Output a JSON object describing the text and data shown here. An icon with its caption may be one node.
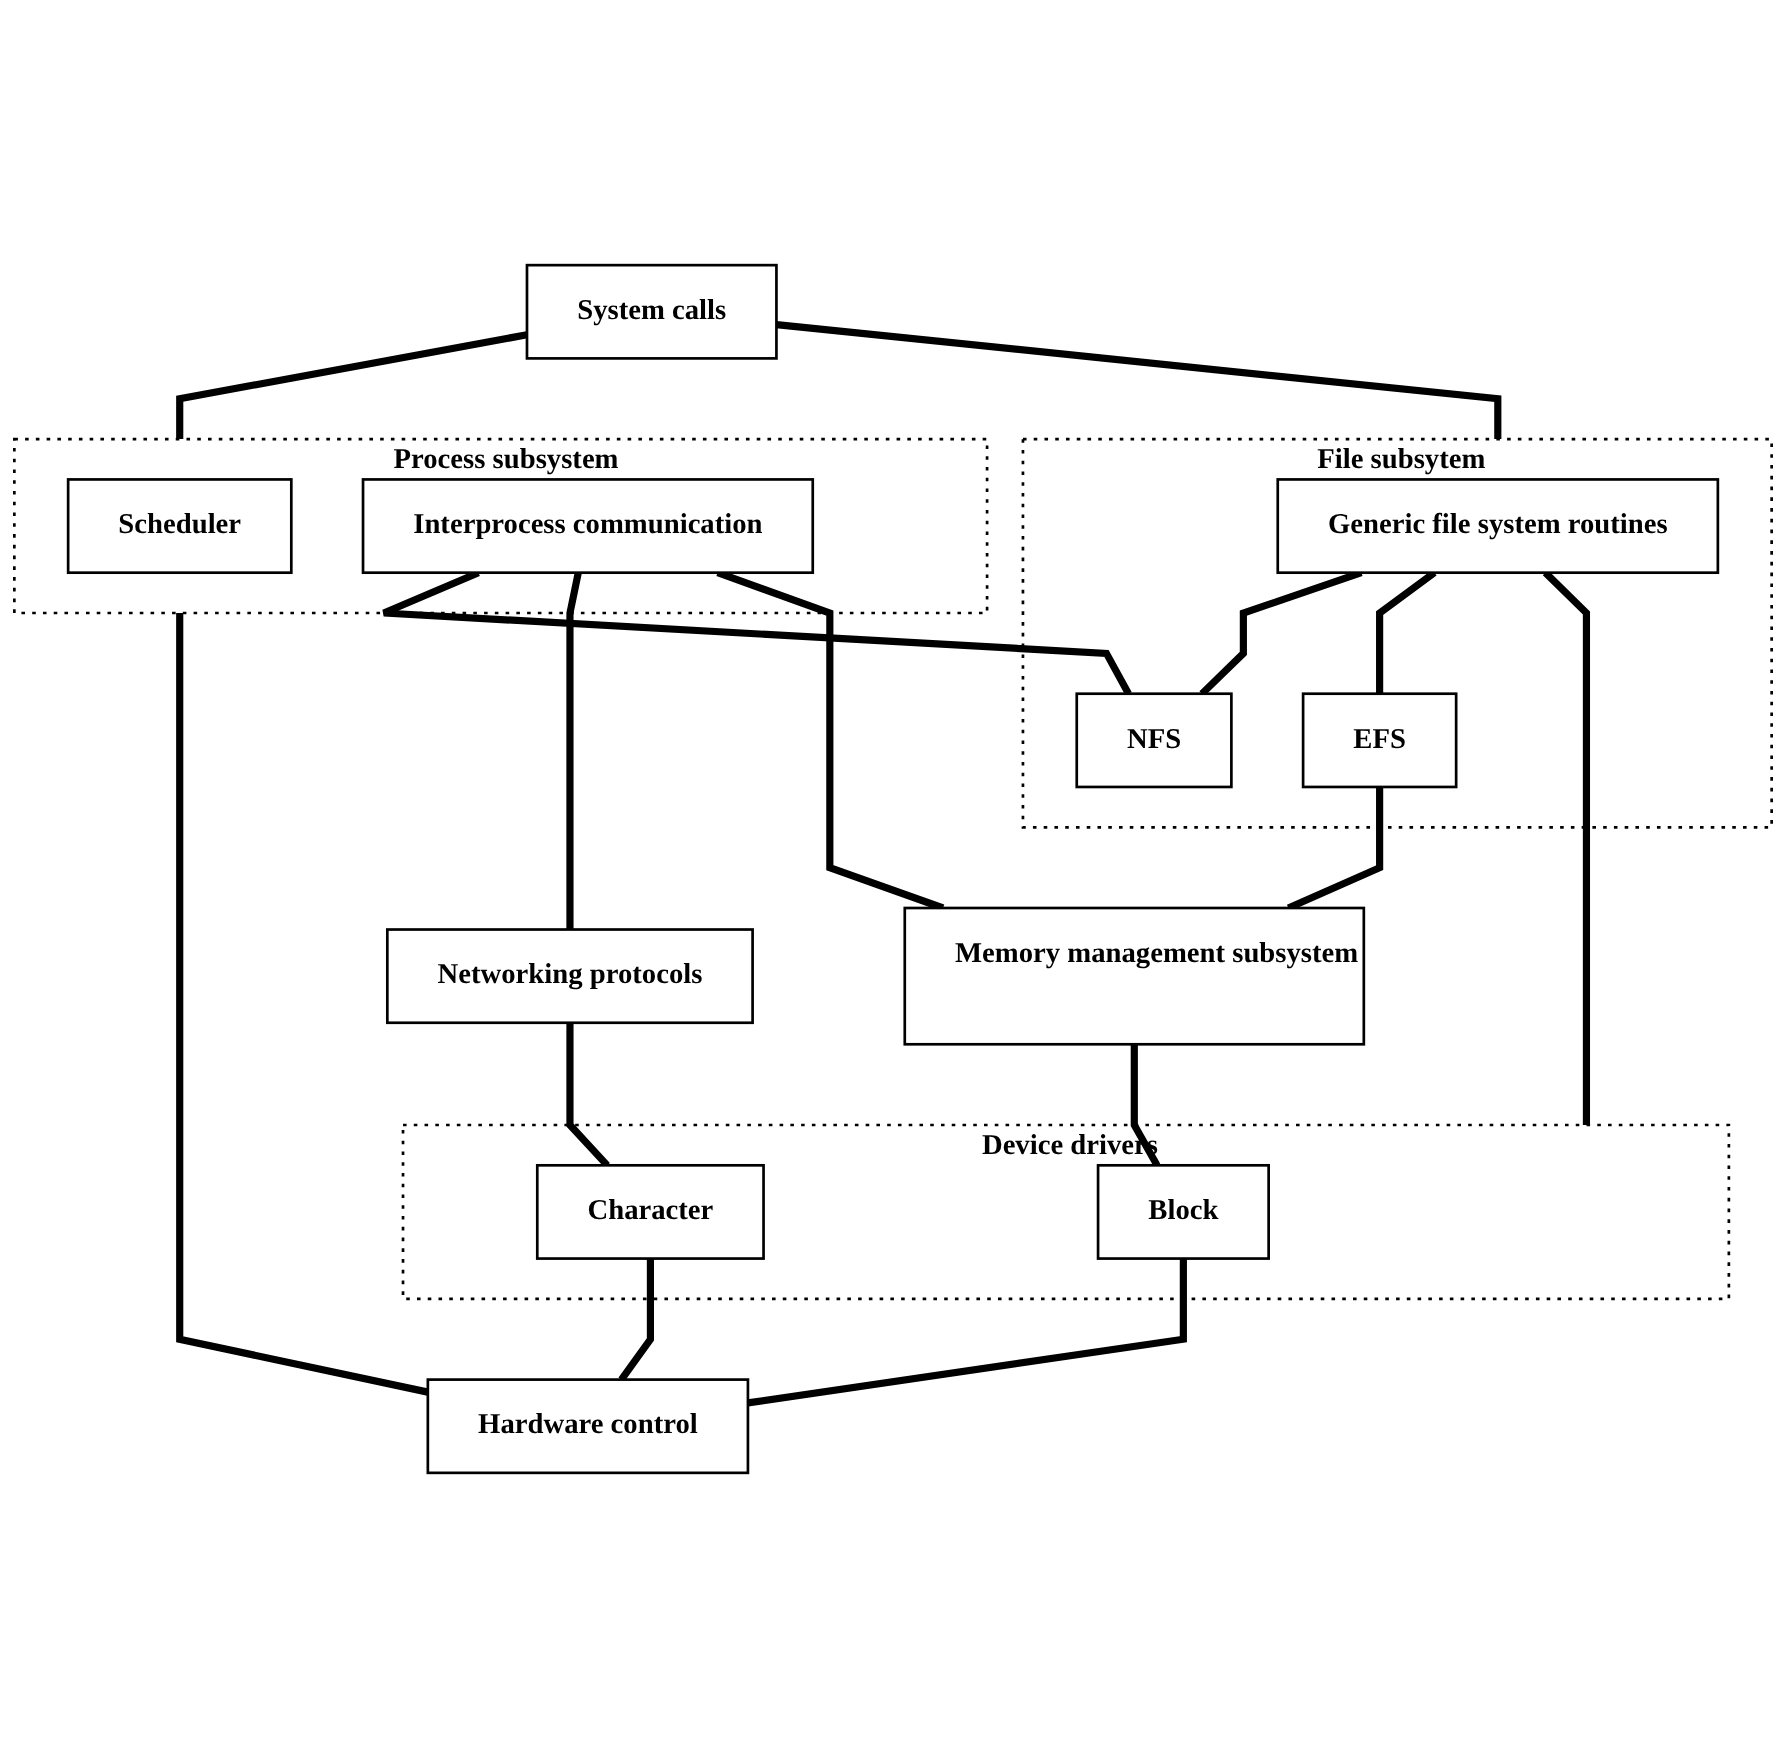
{
  "diagram": {
    "nodes": [
      {
        "text": [
          "System calls"
        ]
      },
      {
        "text": [
          "Process subsystem"
        ]
      },
      {
        "text": [
          "Scheduler"
        ],
        "in": 1
      },
      {
        "text": [
          "Interprocess communication"
        ],
        "in": 1
      },
      {
        "text": [
          "File subsytem"
        ]
      },
      {
        "text": [
          "Generic file system routines"
        ],
        "in": 4
      },
      {
        "text": [
          "NFS"
        ],
        "in": 4
      },
      {
        "text": [
          "EFS"
        ],
        "in": 4
      },
      {
        "text": [
          "Networking protocols"
        ]
      },
      {
        "text": [
          "Memory management subsystem"
        ]
      },
      {
        "text": [
          "Device drivers"
        ]
      },
      {
        "text": [
          "Character"
        ],
        "in": 10
      },
      {
        "text": [
          "Block"
        ],
        "in": 10
      },
      {
        "text": [
          "Hardware control"
        ]
      }
    ],
    "edges": [
      {
        "from": 0,
        "to": 1,
        "arrow": "none"
      },
      {
        "from": 0,
        "to": 4,
        "arrow": "none"
      },
      {
        "from": 5,
        "to": 6,
        "arrow": "none"
      },
      {
        "from": 5,
        "to": 7,
        "arrow": "none"
      },
      {
        "from": 3,
        "to": 6,
        "arrow": "none"
      },
      {
        "from": 3,
        "to": 8,
        "arrow": "none"
      },
      {
        "from": 3,
        "to": 9,
        "arrow": "none"
      },
      {
        "from": 7,
        "to": 9,
        "arrow": "none"
      },
      {
        "from": 5,
        "to": 10,
        "arrow": "none"
      },
      {
        "from": 8,
        "to": 11,
        "arrow": "none"
      },
      {
        "from": 9,
        "to": 12,
        "arrow": "none"
      },
      {
        "from": 1,
        "to": 13,
        "arrow": "none"
      },
      {
        "from": 11,
        "to": 13,
        "arrow": "none"
      },
      {
        "from": 12,
        "to": 13,
        "arrow": "none"
      }
    ]
  }
}
